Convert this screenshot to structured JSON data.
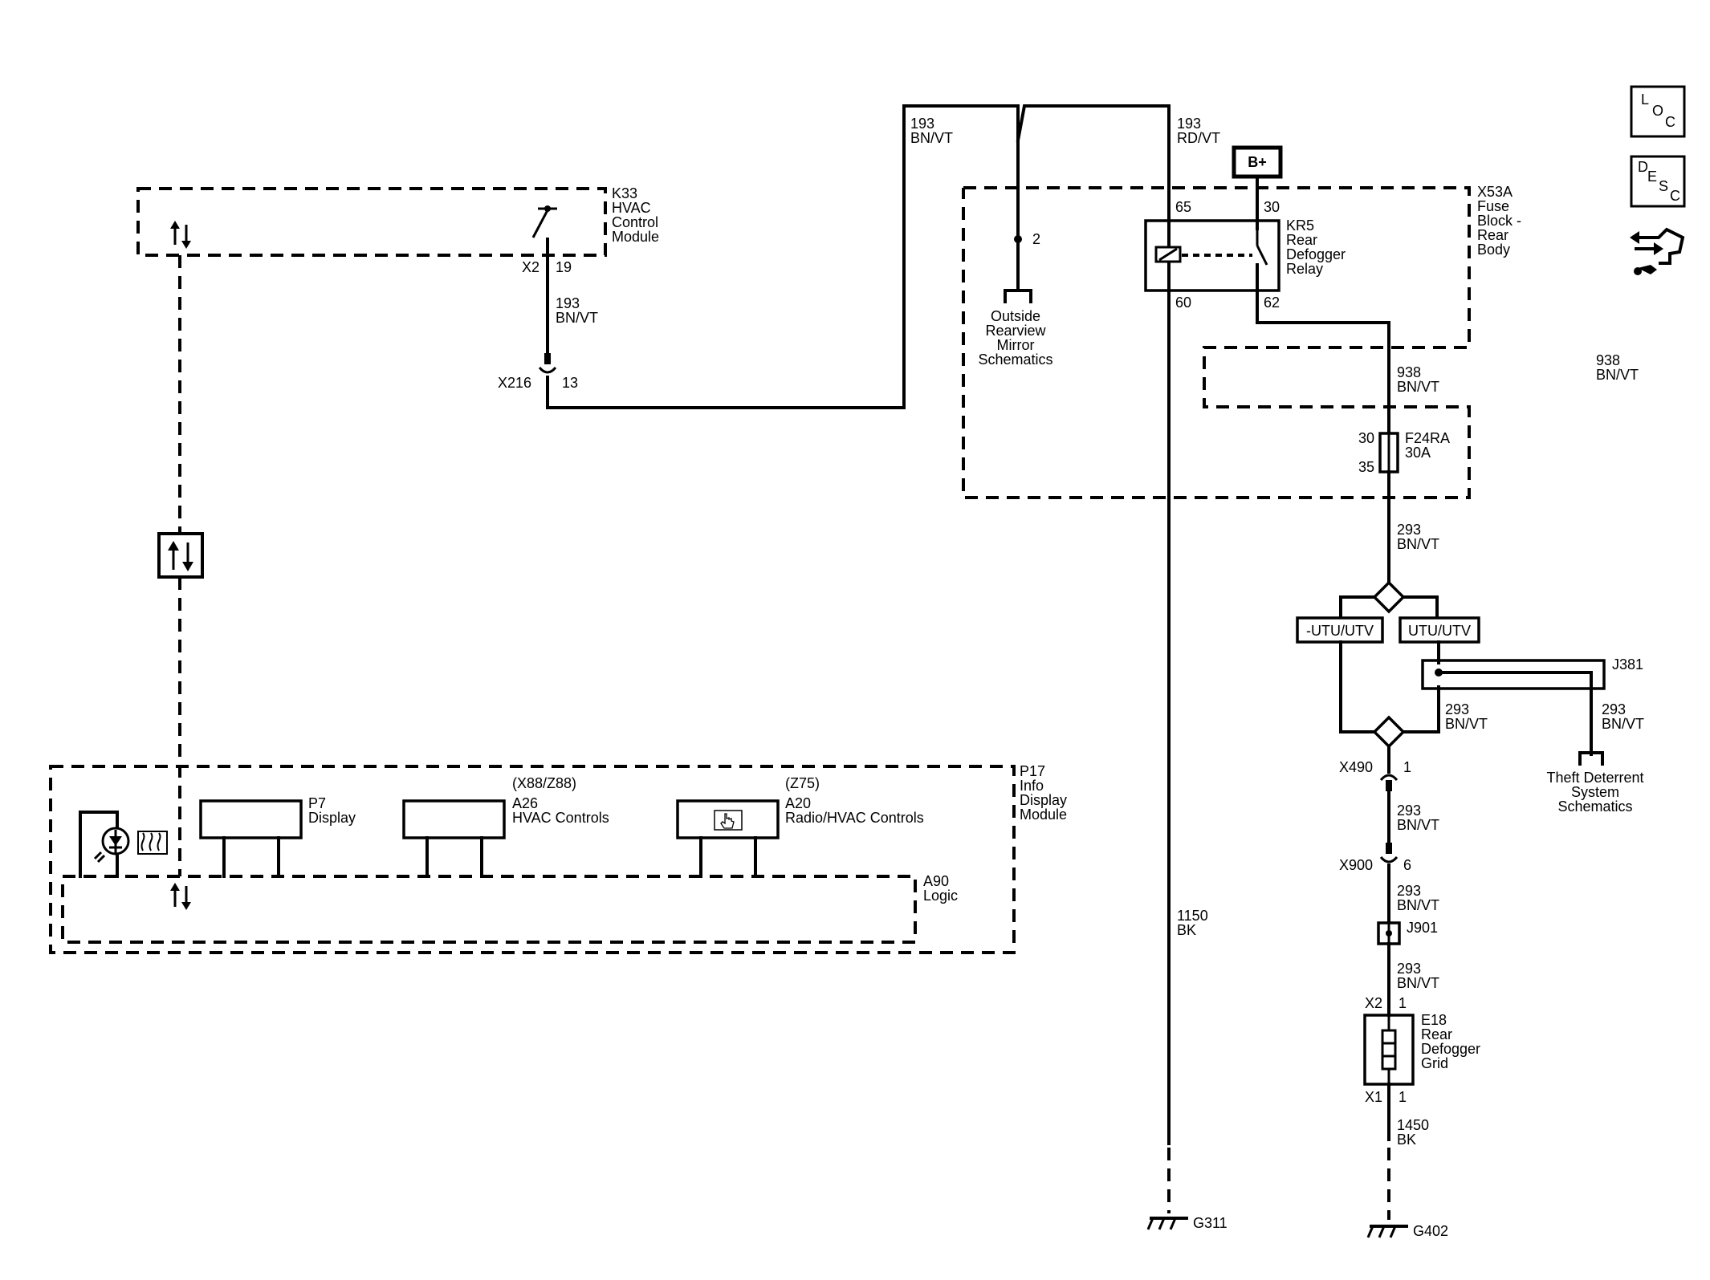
{
  "modules": {
    "k33": {
      "id": "K33",
      "l1": "HVAC",
      "l2": "Control",
      "l3": "Module",
      "conn": "X2",
      "pin": "19"
    },
    "x53a": {
      "id": "X53A",
      "l1": "Fuse",
      "l2": "Block -",
      "l3": "Rear",
      "l4": "Body"
    },
    "kr5": {
      "id": "KR5",
      "l1": "Rear",
      "l2": "Defogger",
      "l3": "Relay",
      "p65": "65",
      "p30": "30",
      "p60": "60",
      "p62": "62"
    },
    "p17": {
      "id": "P17",
      "l1": "Info",
      "l2": "Display",
      "l3": "Module"
    },
    "p7": {
      "id": "P7",
      "l1": "Display"
    },
    "a26": {
      "opt": "(X88/Z88)",
      "id": "A26",
      "l1": "HVAC Controls"
    },
    "a20": {
      "opt": "(Z75)",
      "id": "A20",
      "l1": "Radio/HVAC Controls"
    },
    "a90": {
      "id": "A90",
      "l1": "Logic"
    },
    "e18": {
      "id": "E18",
      "l1": "Rear",
      "l2": "Defogger",
      "l3": "Grid",
      "x2": "X2",
      "x2pin": "1",
      "x1": "X1",
      "x1pin": "1"
    }
  },
  "wires": {
    "w193_k33": {
      "n": "193",
      "c": "BN/VT"
    },
    "w193_top": {
      "n": "193",
      "c": "BN/VT"
    },
    "w193_rd": {
      "n": "193",
      "c": "RD/VT"
    },
    "w938_a": {
      "n": "938",
      "c": "BN/VT"
    },
    "w938_b": {
      "n": "938",
      "c": "BN/VT"
    },
    "w293_fuse": {
      "n": "293",
      "c": "BN/VT"
    },
    "w293_j381a": {
      "n": "293",
      "c": "BN/VT"
    },
    "w293_j381b": {
      "n": "293",
      "c": "BN/VT"
    },
    "w293_x490": {
      "n": "293",
      "c": "BN/VT"
    },
    "w293_x900": {
      "n": "293",
      "c": "BN/VT"
    },
    "w293_j901": {
      "n": "293",
      "c": "BN/VT"
    },
    "w1150": {
      "n": "1150",
      "c": "BK"
    },
    "w1450": {
      "n": "1450",
      "c": "BK"
    }
  },
  "connectors": {
    "x216": {
      "id": "X216",
      "pin": "13"
    },
    "x490": {
      "id": "X490",
      "pin": "1"
    },
    "x900": {
      "id": "X900",
      "pin": "6"
    },
    "j381": {
      "id": "J381"
    },
    "j901": {
      "id": "J901"
    },
    "mirror_pin": "2"
  },
  "fuse": {
    "id": "F24RA",
    "rating": "30A",
    "pin_in": "30",
    "pin_out": "35"
  },
  "power": {
    "label": "B+"
  },
  "options": {
    "left": "-UTU/UTV",
    "right": "UTU/UTV"
  },
  "refs": {
    "mirror": {
      "l1": "Outside",
      "l2": "Rearview",
      "l3": "Mirror",
      "l4": "Schematics"
    },
    "theft": {
      "l1": "Theft Deterrent",
      "l2": "System",
      "l3": "Schematics"
    }
  },
  "grounds": {
    "g311": "G311",
    "g402": "G402"
  },
  "nav": {
    "loc": {
      "a": "L",
      "b": "O",
      "c": "C"
    },
    "desc": {
      "a": "D",
      "b": "E",
      "c": "S",
      "d": "C"
    }
  }
}
